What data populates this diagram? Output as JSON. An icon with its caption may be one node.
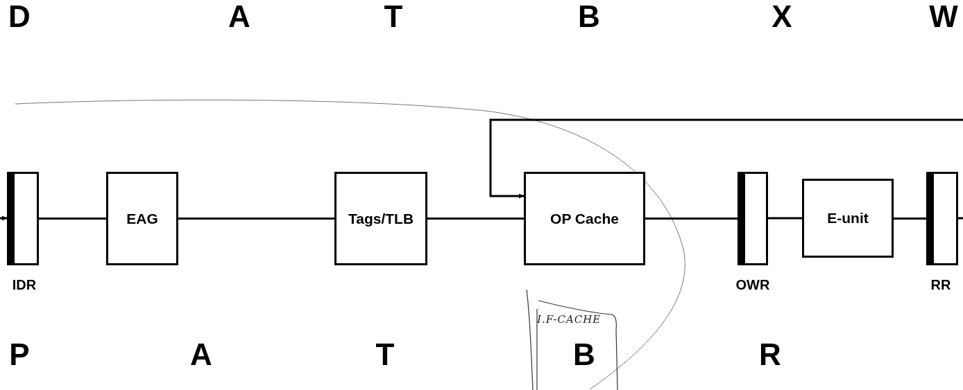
{
  "diagram": {
    "nodes": [
      {
        "text": [
          "IDR"
        ]
      },
      {
        "text": [
          "EAG"
        ]
      },
      {
        "text": [
          "Tags/TLB"
        ]
      },
      {
        "text": [
          "OP Cache"
        ]
      },
      {
        "text": [
          "OWR"
        ]
      },
      {
        "text": [
          "E-unit"
        ]
      },
      {
        "text": [
          "RR"
        ]
      },
      {
        "text": [
          "I.F-CACHE"
        ]
      }
    ],
    "edges": [
      {
        "from": null,
        "to": 0,
        "arrow": "to"
      },
      {
        "from": 0,
        "to": 1,
        "arrow": "none"
      },
      {
        "from": 1,
        "to": 2,
        "arrow": "none"
      },
      {
        "from": 2,
        "to": 3,
        "arrow": "none"
      },
      {
        "from": 3,
        "to": 4,
        "arrow": "none"
      },
      {
        "from": 4,
        "to": 5,
        "arrow": "none"
      },
      {
        "from": 5,
        "to": 6,
        "arrow": "none"
      },
      {
        "from": 6,
        "to": null,
        "arrow": "none"
      },
      {
        "from": null,
        "to": 3,
        "arrow": "to"
      }
    ],
    "labels": [
      "D",
      "A",
      "T",
      "B",
      "X",
      "W",
      "P",
      "A",
      "T",
      "B",
      "R"
    ]
  }
}
